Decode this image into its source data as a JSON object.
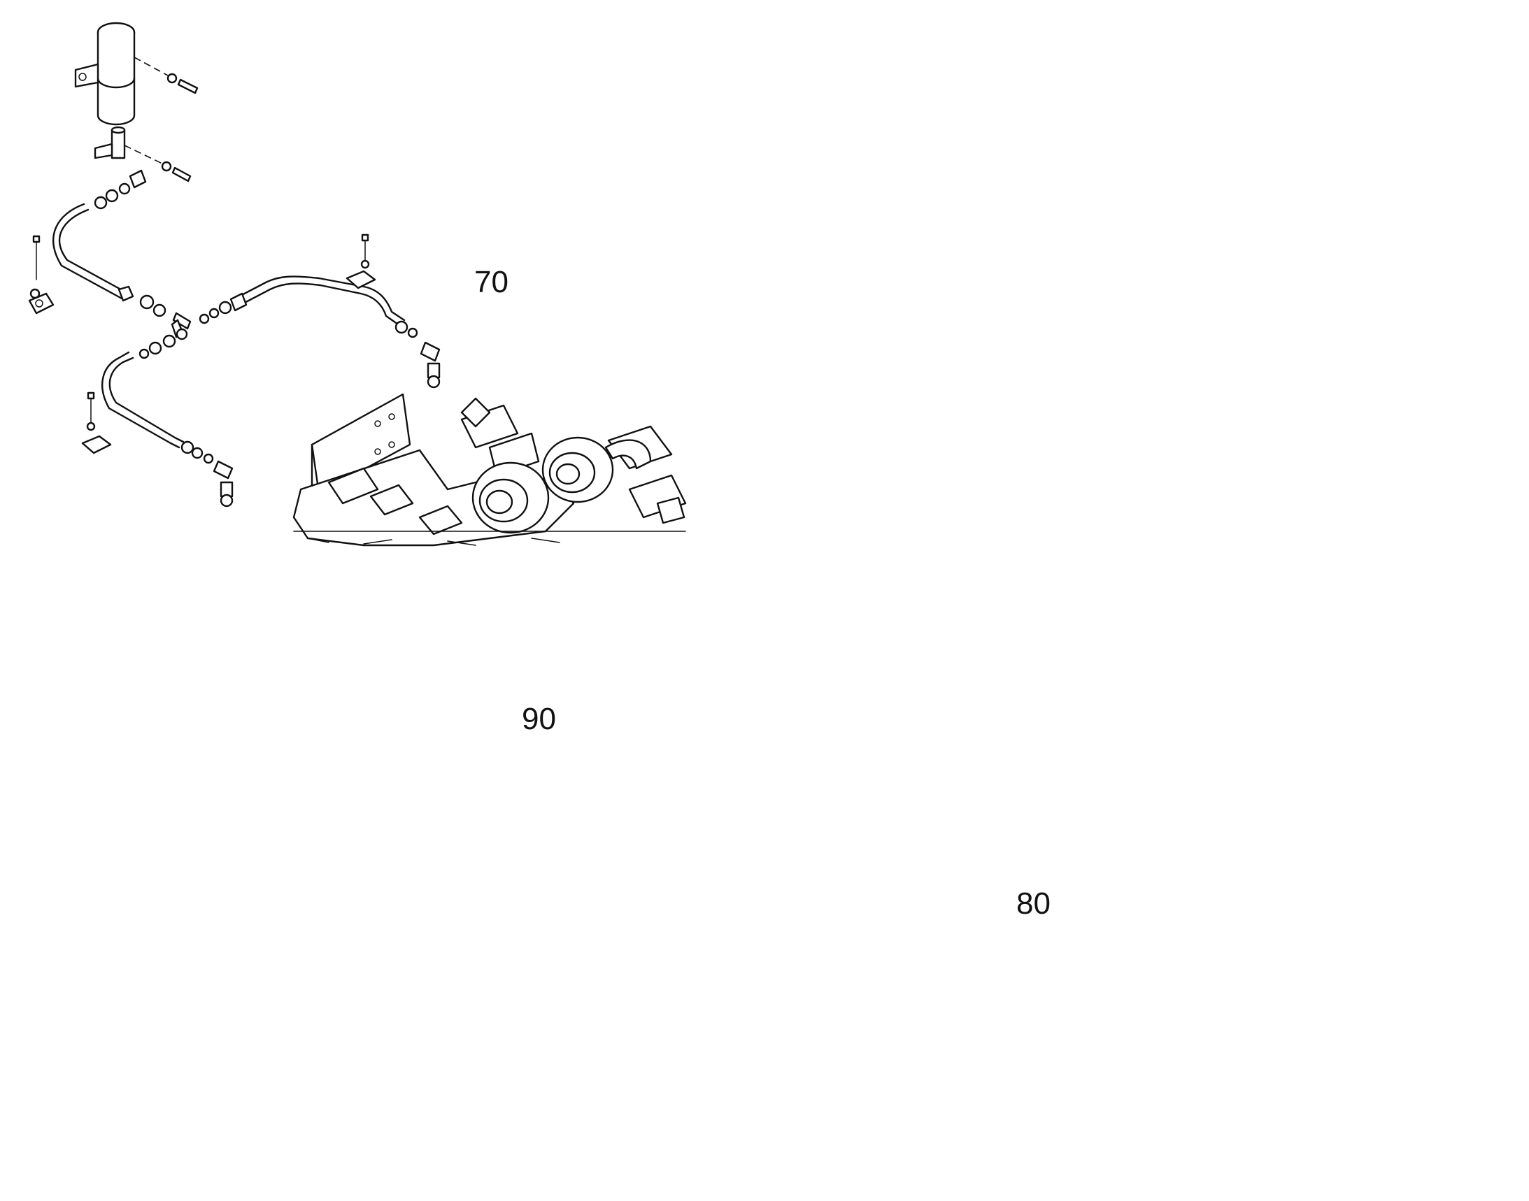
{
  "callouts": {
    "group_70": "70",
    "group_80": "80",
    "group_90": "90"
  },
  "colors": {
    "line": "#111111",
    "background": "#ffffff"
  }
}
